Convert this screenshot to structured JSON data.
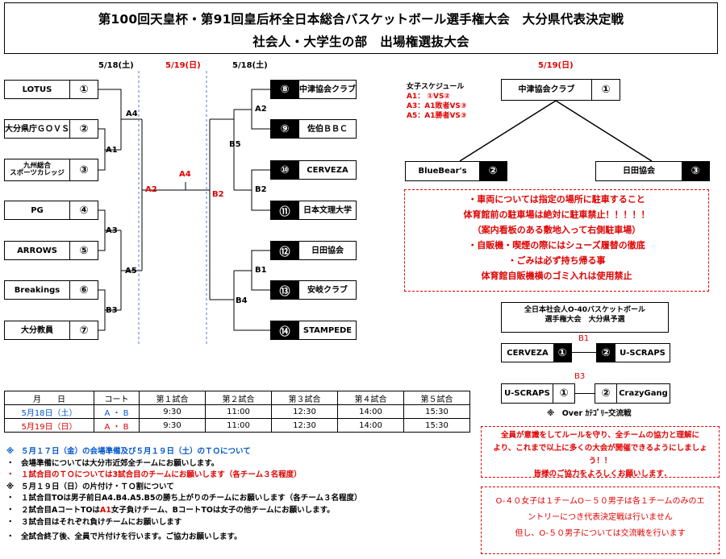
{
  "title": {
    "line1": "第100回天皇杯・第91回皇后杯全日本総合バスケットボール選手権大会　大分県代表決定戦",
    "line2": "社会人・大学生の部　出場権選抜大会"
  },
  "dates": {
    "left1": "5/18(土)",
    "left2": "5/19(日)",
    "left3": "5/18(土)",
    "right": "5/19(日)"
  },
  "bracket": {
    "left_teams": [
      {
        "name": "LOTUS",
        "num": "①"
      },
      {
        "name": "大分県庁ＧＯＶＳ",
        "num": "②"
      },
      {
        "name": "九州総合\nスポーツカレッジ",
        "name1": "九州総合",
        "name2": "スポーツカレッジ",
        "num": "③"
      },
      {
        "name": "PG",
        "num": "④"
      },
      {
        "name": "ARROWS",
        "num": "⑤"
      },
      {
        "name": "Breakings",
        "num": "⑥"
      },
      {
        "name": "大分教員",
        "num": "⑦"
      }
    ],
    "right_teams": [
      {
        "name": "中津協会クラブ",
        "num": "⑧"
      },
      {
        "name": "佐伯ＢＢＣ",
        "num": "⑨"
      },
      {
        "name": "CERVEZA",
        "num": "⑩"
      },
      {
        "name": "日本文理大学",
        "num": "⑪"
      },
      {
        "name": "日田協会",
        "num": "⑫"
      },
      {
        "name": "安岐クラブ",
        "num": "⑬"
      },
      {
        "name": "STAMPEDE",
        "num": "⑭"
      }
    ],
    "labels": {
      "A4_top": "A4",
      "A1": "A1",
      "A3": "A3",
      "A5": "A5",
      "B3": "B3",
      "A2": "A2",
      "A4_final": "A4",
      "B2_final": "B2",
      "B5": "B5",
      "A2_r": "A2",
      "B2_r": "B2",
      "B1": "B1",
      "B4": "B4"
    }
  },
  "women": {
    "schedule_title": "女子スケジュール",
    "lines": [
      "A1： ①VS②",
      "A3：A1敗者VS③",
      "A5：A1勝者VS③"
    ],
    "teams": [
      {
        "name": "中津協会クラブ",
        "num": "①"
      },
      {
        "name": "BlueBear's",
        "num": "②"
      },
      {
        "name": "日田協会",
        "num": "③"
      }
    ]
  },
  "notice": [
    "・車両については指定の場所に駐車すること",
    "体育館前の駐車場は絶対に駐車禁止！！！！！",
    "（案内看板のある敷地入って右側駐車場）",
    "・自販機・喫煙の際にはシューズ履替の徹底",
    "・ごみは必ず持ち帰る事",
    "体育館自販機横のゴミ入れは使用禁止"
  ],
  "o40": {
    "title1": "全日本社会人O-40バスケットボール",
    "title2": "選手権大会　大分県予選",
    "b1": "B1",
    "b3": "B3",
    "match1": {
      "left": "CERVEZA",
      "left_num": "①",
      "right_num": "②",
      "right": "U-SCRAPS"
    },
    "match2": {
      "left": "U-SCRAPS",
      "left_num": "①",
      "right_num": "②",
      "right": "CrazyGang"
    },
    "note": "※　Over ｶﾃｺﾞﾘｰ交流戦"
  },
  "schedule_table": {
    "headers": [
      "月　　日",
      "コート",
      "第１試合",
      "第２試合",
      "第３試合",
      "第４試合",
      "第５試合"
    ],
    "rows": [
      [
        "5月18日（土）",
        "A ・ B",
        "9:30",
        "11:00",
        "12:30",
        "14:00",
        "15:30"
      ],
      [
        "5月19日（日）",
        "A ・ B",
        "9:30",
        "11:00",
        "12:30",
        "14:00",
        "15:30"
      ]
    ]
  },
  "notes": [
    {
      "mark": "※",
      "text": "５月１７日（金）の会場準備及び５月１９日（土）のＴＯについて",
      "color": "blue"
    },
    {
      "mark": "・",
      "text": "会場準備については大分市近郊全チームにお願いします。",
      "color": "black"
    },
    {
      "mark": "・",
      "text": "１試合目のＴＯについては3試合目のチームにお願いします（各チーム３名程度）",
      "color": "red"
    },
    {
      "mark": "※",
      "text": "５月１９日（日）の片付け・ＴＯ割について",
      "color": "black"
    },
    {
      "mark": "・",
      "text": "１試合目TOは男子前日A4.B4.A5.B5の勝ち上がりのチームにお願いします（各チーム３名程度）",
      "color": "black"
    },
    {
      "mark": "・",
      "text_a": "２試合目AコートTOは",
      "text_hl": "A1",
      "text_b": "女子負けチーム、BコートTOは女子の他チームにお願いします。",
      "color": "black"
    },
    {
      "mark": "・",
      "text": "３試合目はそれぞれ負けチームにお願いします",
      "color": "black"
    },
    {
      "mark": "・",
      "text": "全試合終了後、全員で片付けを行います。ご協力お願いします。",
      "color": "black"
    }
  ],
  "announce": [
    "全員が意識をしてルールを守り、全チームの協力と理解に",
    "より、これまで以上に多くの大会が開催できるようにしましょ",
    "う！！",
    "皆様のご協力をよろしくお願いします."
  ],
  "women40": [
    "O-４０女子は１チームO－５０男子は各１チームのみのエ",
    "ントリーにつき代表決定戦は行いません",
    "但し、O-５０男子については交流戦を行います"
  ]
}
